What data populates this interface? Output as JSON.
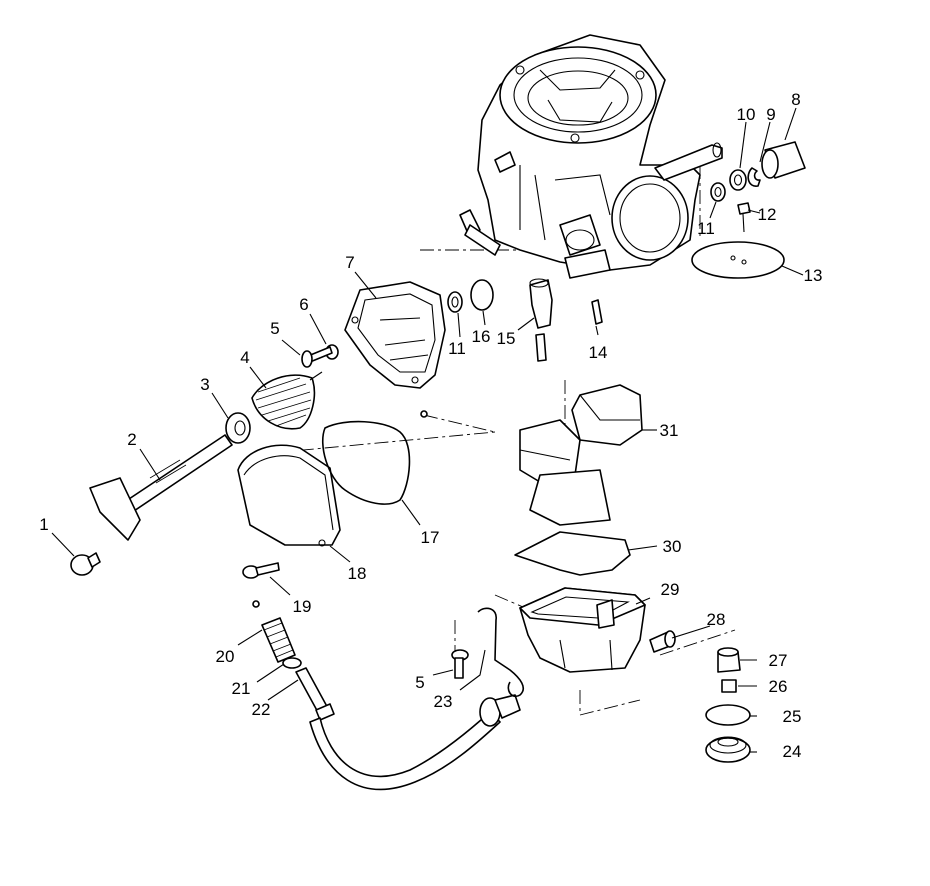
{
  "callouts": [
    "1",
    "2",
    "3",
    "4",
    "5",
    "6",
    "7",
    "8",
    "9",
    "10",
    "11",
    "11",
    "12",
    "13",
    "14",
    "15",
    "16",
    "17",
    "18",
    "19",
    "20",
    "21",
    "22",
    "23",
    "5",
    "24",
    "25",
    "26",
    "27",
    "28",
    "29",
    "30",
    "31"
  ]
}
